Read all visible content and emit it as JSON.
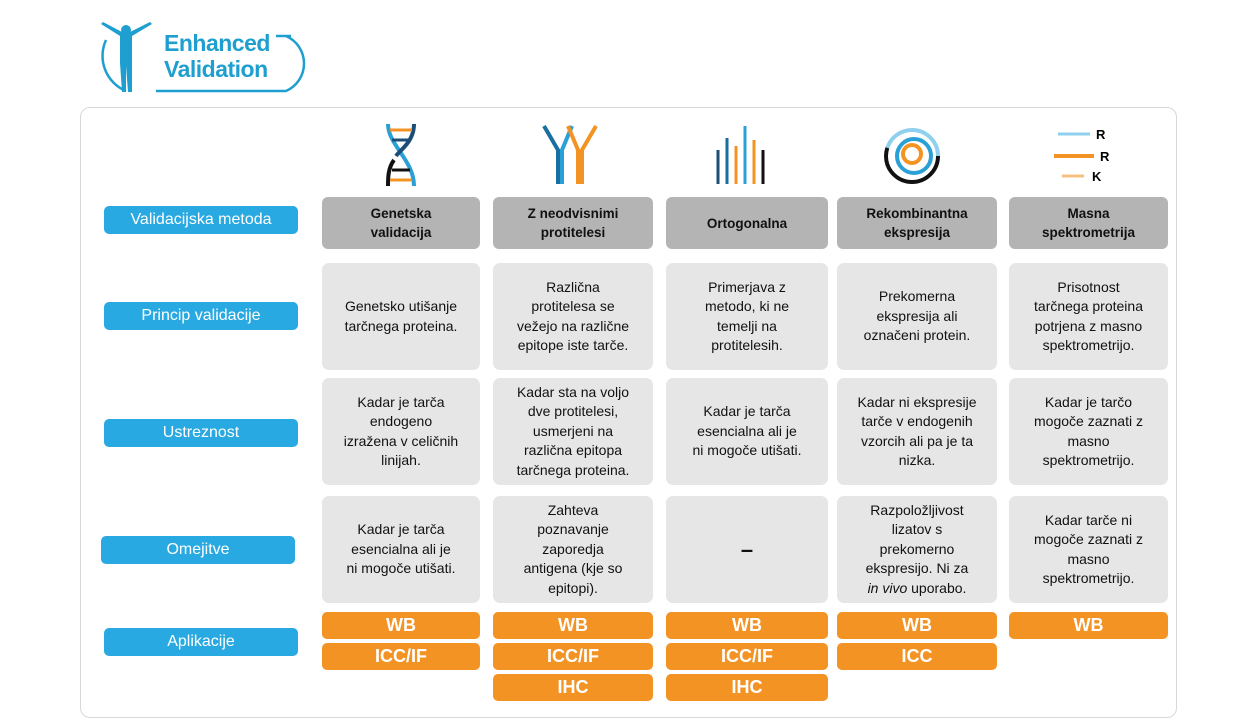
{
  "logo": {
    "line1": "Enhanced",
    "line2": "Validation"
  },
  "row_labels": [
    "Validacijska metoda",
    "Princip validacije",
    "Ustreznost",
    "Omejitve",
    "Aplikacije"
  ],
  "columns": [
    {
      "icon": "dna-icon",
      "header": [
        "Genetska",
        "validacija"
      ],
      "principle": [
        "Genetsko utišanje",
        "tarčnega proteina."
      ],
      "suitability": [
        "Kadar je tarča",
        "endogeno",
        "izražena v celičnih",
        "linijah."
      ],
      "limitations": [
        "Kadar je tarča",
        "esencialna ali je",
        "ni mogoče utišati."
      ],
      "applications": [
        "WB",
        "ICC/IF"
      ]
    },
    {
      "icon": "antibody-icon",
      "header": [
        "Z neodvisnimi",
        "protitelesi"
      ],
      "principle": [
        "Različna",
        "protitelesa se",
        "vežejo na različne",
        "epitope iste tarče."
      ],
      "suitability": [
        "Kadar sta na voljo",
        "dve protitelesi,",
        "usmerjeni na",
        "različna epitopa",
        "tarčnega proteina."
      ],
      "limitations": [
        "Zahteva",
        "poznavanje",
        "zaporedja",
        "antigena (kje so",
        "epitopi)."
      ],
      "applications": [
        "WB",
        "ICC/IF",
        "IHC"
      ]
    },
    {
      "icon": "orthogonal-bars-icon",
      "header": [
        "Ortogonalna"
      ],
      "principle": [
        "Primerjava z",
        "metodo, ki ne",
        "temelji na",
        "protitelesih."
      ],
      "suitability": [
        "Kadar je tarča",
        "esencialna ali je",
        "ni mogoče utišati."
      ],
      "limitations": [
        "–"
      ],
      "applications": [
        "WB",
        "ICC/IF",
        "IHC"
      ]
    },
    {
      "icon": "recombinant-spiral-icon",
      "header": [
        "Rekombinantna",
        "ekspresija"
      ],
      "principle": [
        "Prekomerna",
        "ekspresija ali",
        "označeni protein."
      ],
      "suitability": [
        "Kadar ni ekspresije",
        "tarče v endogenih",
        "vzorcih ali pa je ta",
        "nizka."
      ],
      "limitations": [
        "Razpoložljivost",
        "lizatov s",
        "prekomerno",
        "ekspresijo. Ni za"
      ],
      "limitations_italic": "in vivo",
      "limitations_tail": " uporabo.",
      "applications": [
        "WB",
        "ICC"
      ]
    },
    {
      "icon": "mass-spec-icon",
      "icon_letters": [
        "R",
        "R",
        "K"
      ],
      "header": [
        "Masna",
        "spektrometrija"
      ],
      "principle": [
        "Prisotnost",
        "tarčnega proteina",
        "potrjena z masno",
        "spektrometrijo."
      ],
      "suitability": [
        "Kadar je tarčo",
        "mogoče zaznati z",
        "masno",
        "spektrometrijo."
      ],
      "limitations": [
        "Kadar tarče ni",
        "mogoče zaznati z",
        "masno",
        "spektrometrijo."
      ],
      "applications": [
        "WB"
      ]
    }
  ],
  "colors": {
    "blue": "#29a9e1",
    "orange": "#f39323",
    "header_gray": "#b4b4b4",
    "cell_gray": "#e6e6e6"
  }
}
